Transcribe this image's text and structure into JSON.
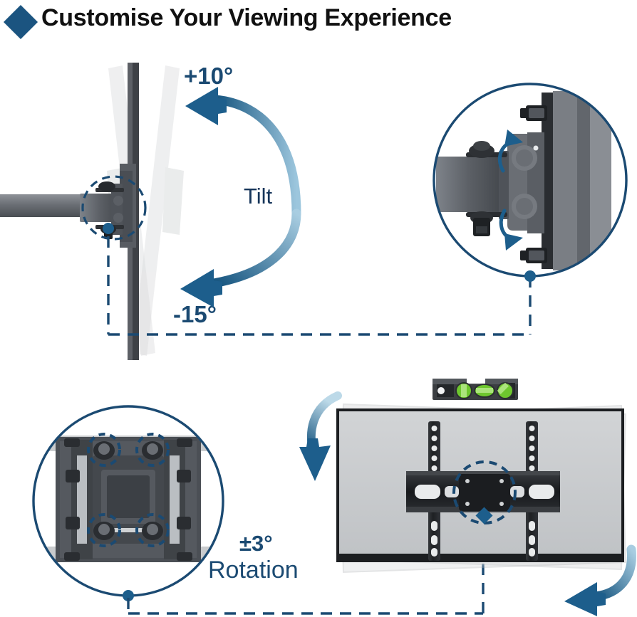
{
  "header": {
    "title": "Customise Your Viewing Experience",
    "bullet_icon": "diamond-icon",
    "bullet_color": "#1b5480",
    "title_color": "#111111"
  },
  "palette": {
    "accent_blue": "#1d5e8c",
    "deep_blue": "#16355a",
    "label_blue": "#1b4a72",
    "dashed_blue": "#1b4a72",
    "metal_dark": "#3f4246",
    "metal_mid": "#6e7278",
    "metal_light": "#b9bdc2",
    "panel_grey": "#c9cbcd",
    "level_green": "#6ec72e",
    "background": "#ffffff"
  },
  "sections": {
    "tilt": {
      "name": "Tilt",
      "label": "Tilt",
      "up_label": "+10°",
      "down_label": "-15°",
      "up_value": 10,
      "down_value": -15,
      "unit": "degrees",
      "arrow_up_icon": "curved-arrow-left-up-icon",
      "arrow_down_icon": "curved-arrow-left-down-icon",
      "pivot_marker_icon": "pivot-dot-icon",
      "pivot_highlight_icon": "dashed-circle-icon"
    },
    "rotation": {
      "name": "Rotation",
      "degree_label": "±3°",
      "word_label": "Rotation",
      "value": 3,
      "unit": "degrees",
      "arrow_in_icon": "curved-arrow-down-icon",
      "arrow_out_icon": "curved-arrow-left-icon",
      "highlight_icon": "dashed-circle-icon"
    }
  },
  "callouts": {
    "tilt_detail": {
      "name": "tilt-bracket-detail",
      "shape": "circle",
      "border_color": "#1b4a72",
      "arrow_up_icon": "small-curved-arrow-up-icon",
      "arrow_down_icon": "small-curved-arrow-down-icon",
      "node_icon": "callout-node-dot-icon"
    },
    "rotation_detail": {
      "name": "rotation-plate-detail",
      "shape": "circle",
      "border_color": "#1b4a72",
      "highlight_count": 4,
      "highlight_icon": "dashed-circle-icon",
      "node_icon": "callout-node-dot-icon"
    }
  },
  "tv_assembly": {
    "name": "tv-back-with-mount",
    "ghost_layers": 3,
    "bubble_level": {
      "name": "bubble-level",
      "vial_count": 3,
      "vial_color": "#6ec72e",
      "body_color": "#3f4246"
    },
    "rail_count": 2,
    "center_plate_icon": "vesa-plate-icon",
    "center_marker_icon": "rotation-pivot-diamond-icon"
  },
  "connectors": {
    "tilt_connector": {
      "name": "tilt-callout-connector",
      "style": "dashed",
      "color": "#1b4a72"
    },
    "rotation_connector": {
      "name": "rotation-callout-connector",
      "style": "dashed",
      "color": "#1b4a72"
    }
  }
}
